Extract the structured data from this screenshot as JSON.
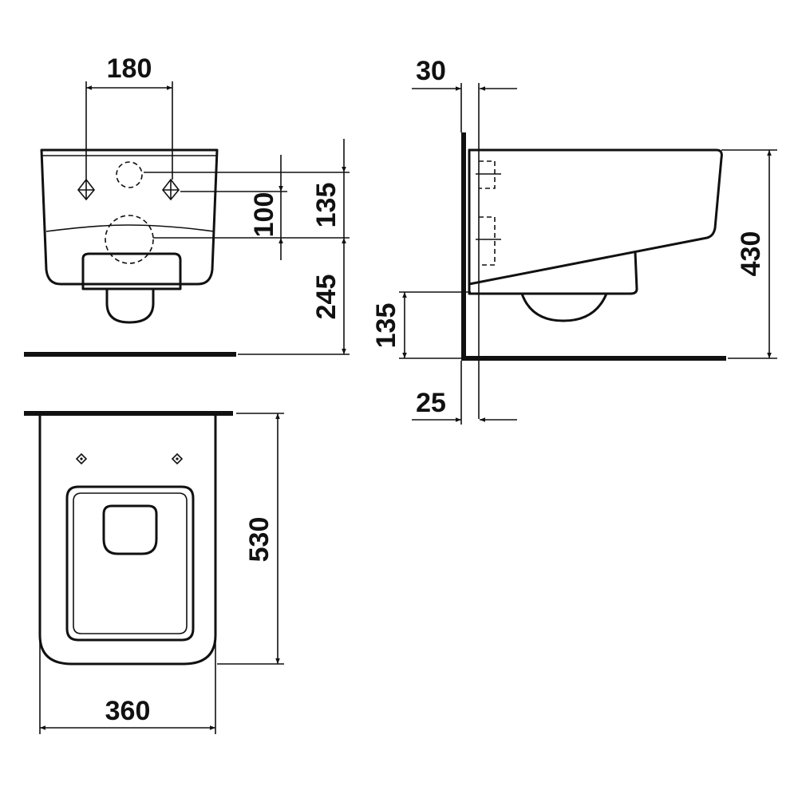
{
  "dimensions": {
    "front_hole_spacing": "180",
    "front_hole_vertical": "100",
    "front_upper_height": "135",
    "front_lower_height": "245",
    "side_top_offset": "30",
    "side_overall_height": "430",
    "side_outlet_height": "135",
    "side_bottom_offset": "25",
    "top_length": "530",
    "top_width": "360"
  }
}
